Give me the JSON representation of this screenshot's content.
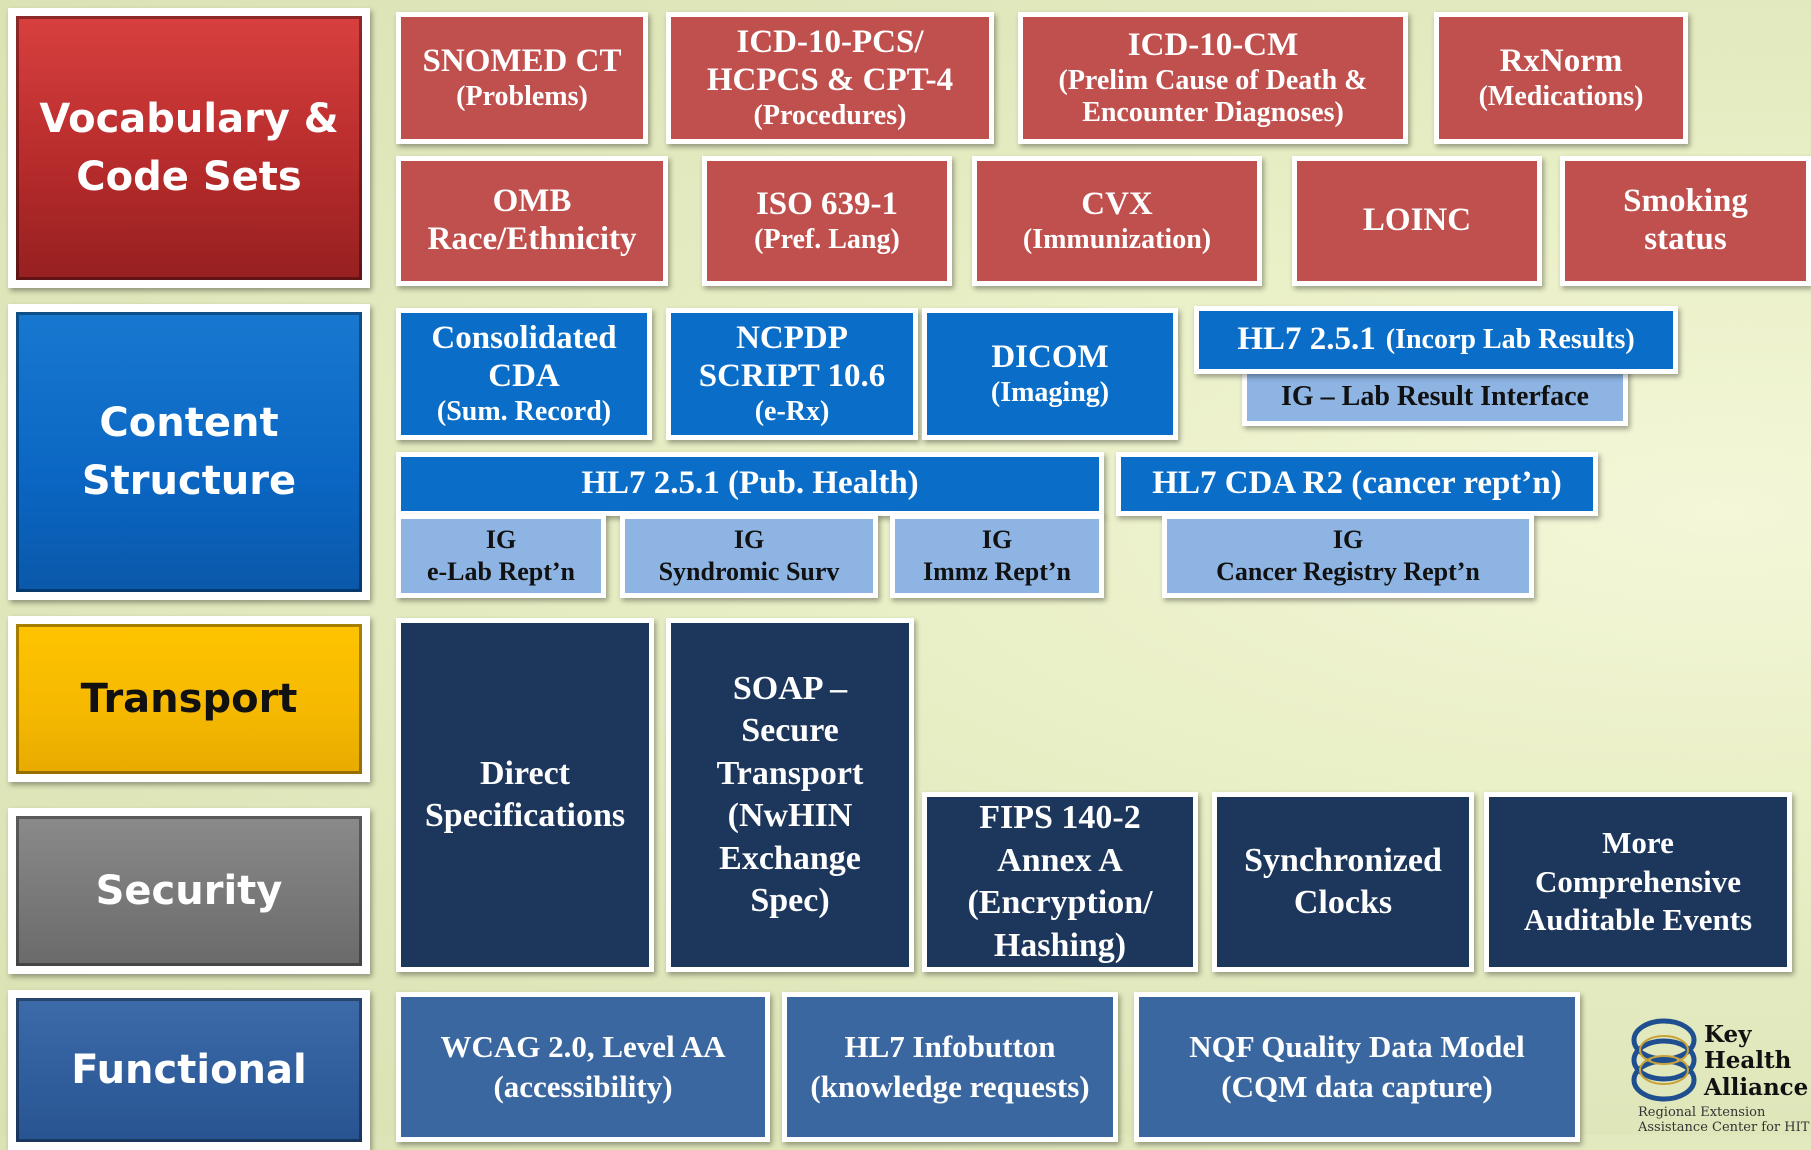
{
  "categories": {
    "vocab": [
      "Vocabulary &",
      "Code Sets"
    ],
    "content": [
      "Content",
      "Structure"
    ],
    "transport": "Transport",
    "security": "Security",
    "functional": "Functional"
  },
  "vocab_boxes": {
    "snomed": [
      "SNOMED CT",
      "(Problems)"
    ],
    "icd10pcs": [
      "ICD-10-PCS/",
      "HCPCS & CPT-4",
      "(Procedures)"
    ],
    "icd10cm": [
      "ICD-10-CM",
      "(Prelim Cause of Death &",
      "Encounter Diagnoses)"
    ],
    "rxnorm": [
      "RxNorm",
      "(Medications)"
    ],
    "omb": [
      "OMB",
      "Race/Ethnicity"
    ],
    "iso": [
      "ISO 639-1",
      "(Pref. Lang)"
    ],
    "cvx": [
      "CVX",
      "(Immunization)"
    ],
    "loinc": "LOINC",
    "smoking": [
      "Smoking",
      "status"
    ]
  },
  "content_boxes": {
    "ccda": [
      "Consolidated",
      "CDA",
      "(Sum. Record)"
    ],
    "ncpdp": [
      "NCPDP",
      "SCRIPT 10.6",
      "(e-Rx)"
    ],
    "dicom": [
      "DICOM",
      "(Imaging)"
    ],
    "hl7_lab": [
      "HL7 2.5.1",
      "(Incorp Lab Results)"
    ],
    "ig_lab": "IG – Lab Result Interface",
    "hl7_pub": "HL7 2.5.1 (Pub. Health)",
    "hl7_cda": "HL7 CDA R2 (cancer rept’n)",
    "ig_elab": [
      "IG",
      "e-Lab Rept’n"
    ],
    "ig_syndromic": [
      "IG",
      "Syndromic Surv"
    ],
    "ig_immz": [
      "IG",
      "Immz Rept’n"
    ],
    "ig_cancer": [
      "IG",
      "Cancer Registry Rept’n"
    ]
  },
  "transport_boxes": {
    "direct": [
      "Direct",
      "Specifications"
    ],
    "soap": [
      "SOAP –",
      "Secure",
      "Transport",
      "(NwHIN",
      "Exchange",
      "Spec)"
    ]
  },
  "security_boxes": {
    "fips": [
      "FIPS 140-2",
      "Annex A",
      "(Encryption/",
      "Hashing)"
    ],
    "clocks": [
      "Synchronized",
      "Clocks"
    ],
    "audit": [
      "More",
      "Comprehensive",
      "Auditable Events"
    ]
  },
  "functional_boxes": {
    "wcag": [
      "WCAG 2.0, Level AA",
      "(accessibility)"
    ],
    "infobutton": [
      "HL7 Infobutton",
      "(knowledge requests)"
    ],
    "nqf": [
      "NQF Quality Data Model",
      "(CQM data capture)"
    ]
  },
  "logo": {
    "name": [
      "Key",
      "Health",
      "Alliance"
    ],
    "sub": [
      "Regional Extension",
      "Assistance Center for HIT"
    ]
  },
  "colors": {
    "vocab_red": "#c0504d",
    "content_blue": "#0a6ec9",
    "ig_light_blue": "#8db4e2",
    "transport_security_navy": "#1c365c",
    "functional_blue": "#3a679f",
    "transport_yellow": "#f5b800",
    "security_gray": "#777777"
  }
}
